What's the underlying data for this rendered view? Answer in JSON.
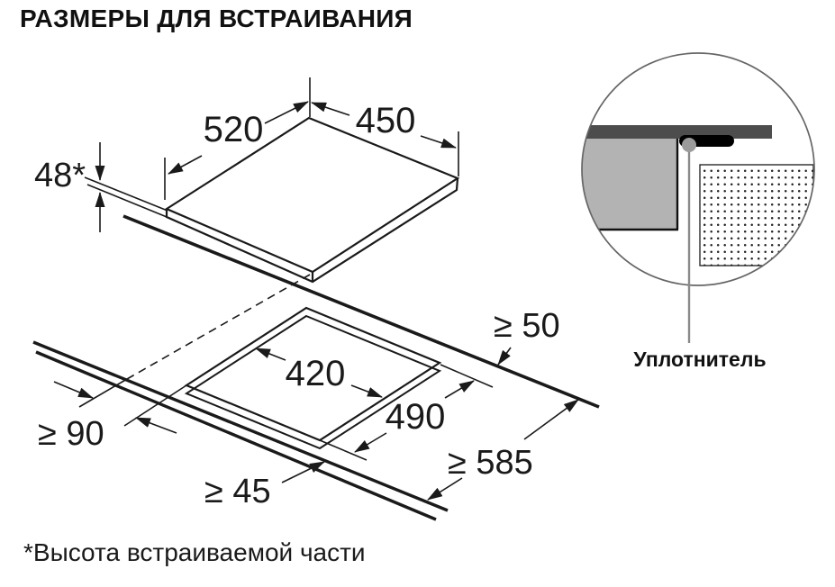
{
  "title": "РАЗМЕРЫ ДЛЯ ВСТРАИВАНИЯ",
  "footnote": "*Высота встраиваемой части",
  "hob": {
    "width": "520",
    "depth": "450",
    "height": "48*"
  },
  "cutout": {
    "width": "420",
    "depth": "490"
  },
  "clearances": {
    "rear": "≥ 50",
    "side": "≥ 90",
    "front": "≥ 45",
    "worktop_depth": "≥ 585"
  },
  "detail": {
    "seal_label": "Уплотнитель"
  },
  "colors": {
    "line": "#1a1a1a",
    "hob_glass": "#4d4d4d",
    "cabinet_fill": "#b3b3b3",
    "seal": "#000000",
    "callout_dot": "#9b9b9b",
    "callout_line": "#8a8a8a"
  }
}
